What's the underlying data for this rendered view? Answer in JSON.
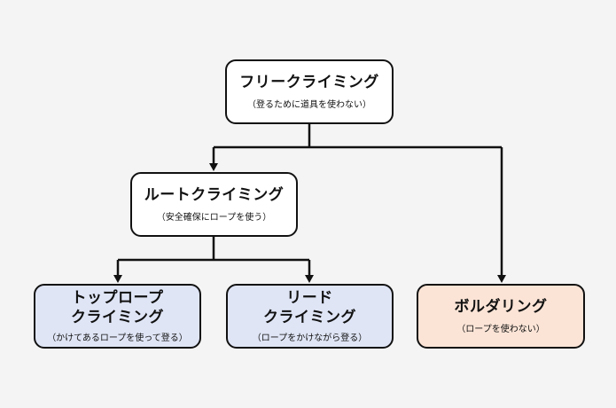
{
  "nodes": {
    "free_climbing": {
      "title": "フリークライミング",
      "subtitle": "（登るために道具を使わない）"
    },
    "route_climbing": {
      "title": "ルートクライミング",
      "subtitle": "（安全確保にロープを使う）"
    },
    "top_rope": {
      "title_line1": "トップロープ",
      "title_line2": "クライミング",
      "subtitle": "（かけてあるロープを使って登る）"
    },
    "lead": {
      "title_line1": "リード",
      "title_line2": "クライミング",
      "subtitle": "（ロープをかけながら登る）"
    },
    "bouldering": {
      "title": "ボルダリング",
      "subtitle": "（ロープを使わない）"
    }
  },
  "colors": {
    "background": "#f4f4f4",
    "node_default": "#ffffff",
    "node_blue": "#dfe5f5",
    "node_peach": "#fbe4d6",
    "stroke": "#111111"
  }
}
